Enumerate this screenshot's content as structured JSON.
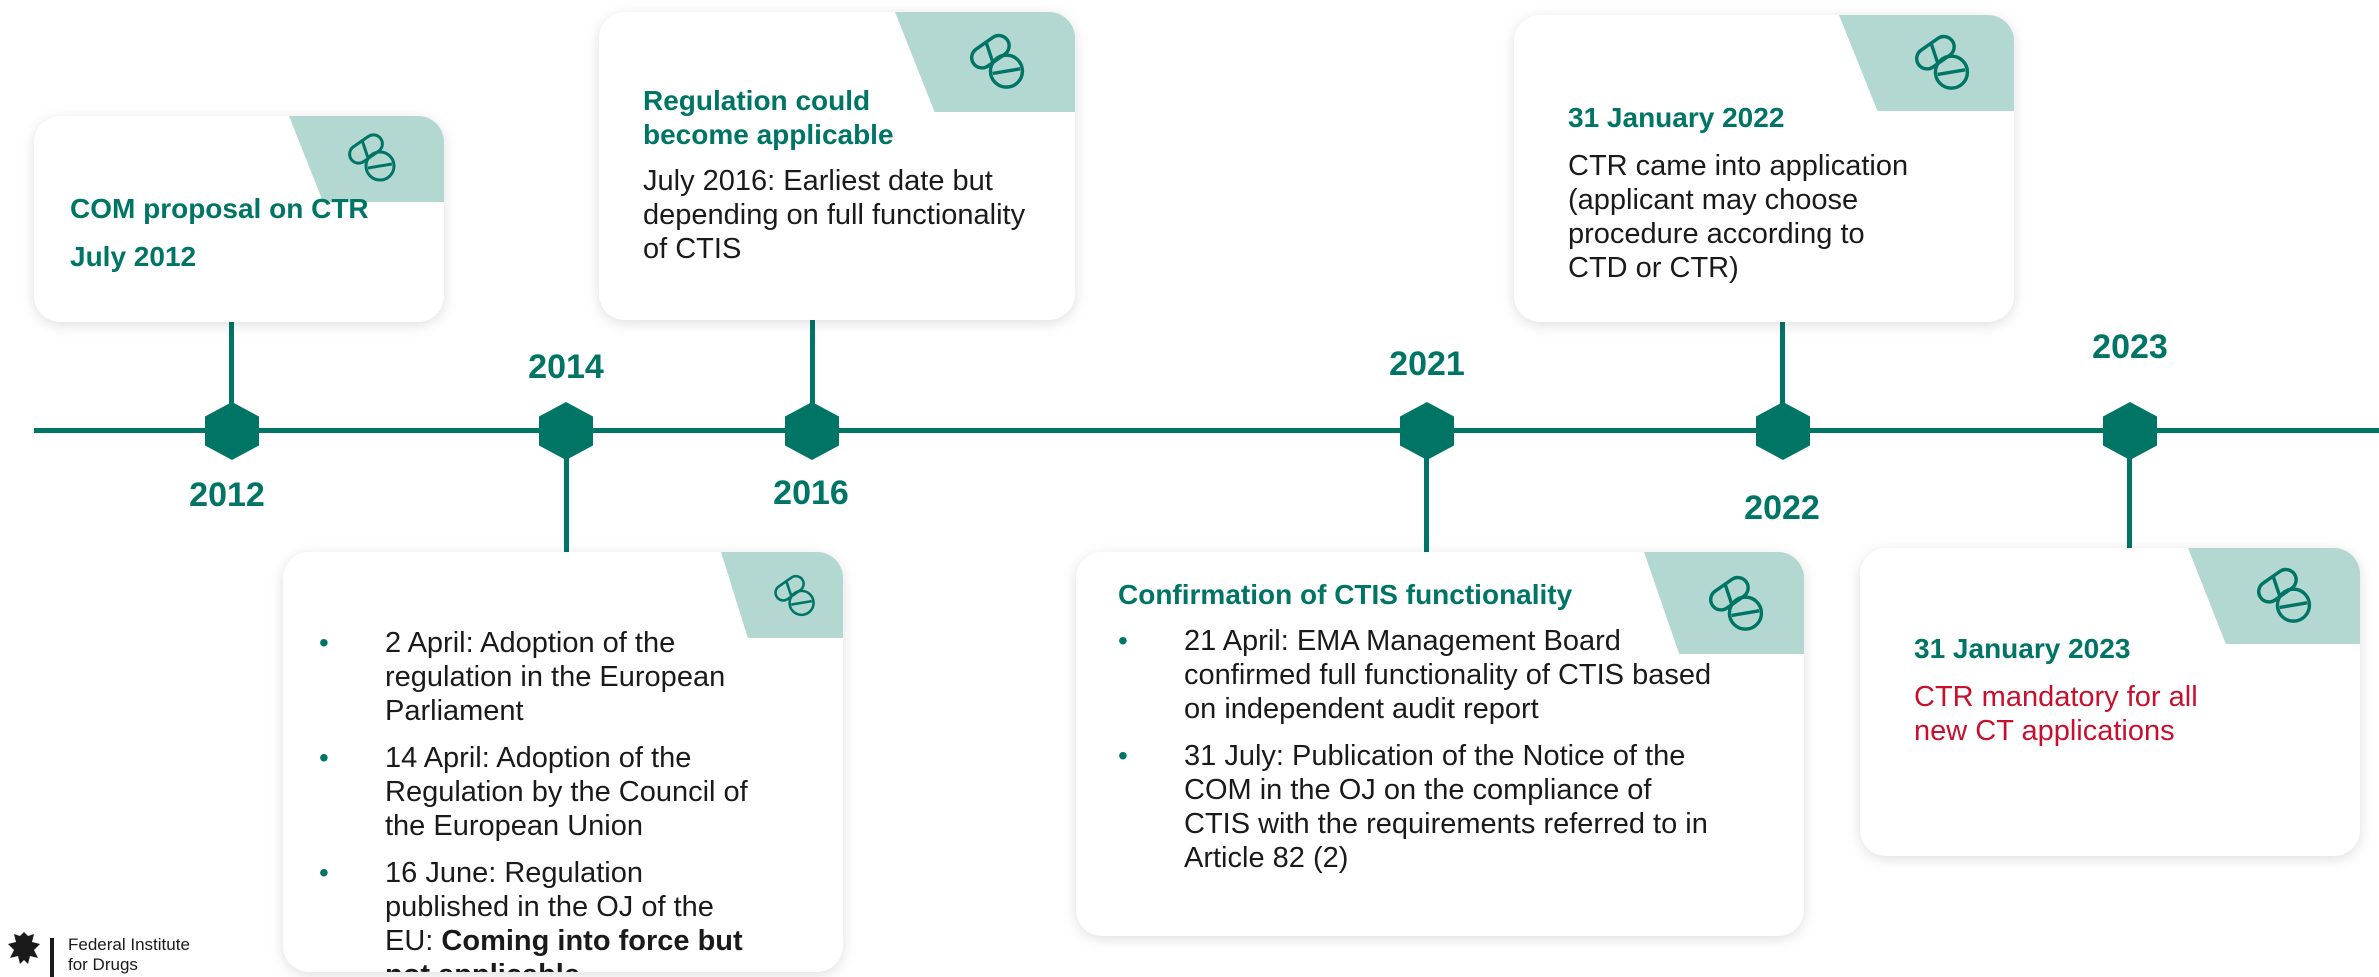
{
  "years": {
    "y2012": "2012",
    "y2014": "2014",
    "y2016": "2016",
    "y2021": "2021",
    "y2022": "2022",
    "y2023": "2023"
  },
  "cards": {
    "com_proposal": {
      "title_1": "COM proposal on CTR",
      "title_2": "July 2012",
      "icon": "pills-icon"
    },
    "adoption_2014": {
      "items": [
        "2 April: Adoption of the regulation in the European Parliament",
        "14 April: Adoption of the Regulation by the Council of the European Union",
        "16 June: Regulation published in the OJ of the EU: "
      ],
      "item3_bold": "Coming into force but not applicable",
      "icon": "pills-icon"
    },
    "applicable_2016": {
      "title": "Regulation could become applicable",
      "text": "July 2016: Earliest date but depending on full functionality of CTIS",
      "icon": "pills-icon"
    },
    "ctis_2021": {
      "title": "Confirmation of CTIS functionality",
      "items": [
        "21 April: EMA Management Board confirmed full functionality of CTIS based on independent audit report",
        "31 July: Publication of the Notice of the COM in the OJ on the compliance of CTIS with the requirements referred to in Article 82 (2)"
      ],
      "icon": "pills-icon"
    },
    "application_2022": {
      "title": "31 January 2022",
      "text": "CTR came into application (applicant may choose procedure according to CTD or CTR)",
      "icon": "pills-icon"
    },
    "mandatory_2023": {
      "title": "31 January 2023",
      "text": "CTR mandatory for all new CT applications",
      "icon": "pills-icon"
    }
  },
  "logo": {
    "line1": "Federal Institute",
    "line2": "for Drugs",
    "icon": "federal-eagle-icon"
  },
  "colors": {
    "accent": "#007566",
    "tab": "#b3d8d2",
    "highlight": "#c8102e"
  }
}
